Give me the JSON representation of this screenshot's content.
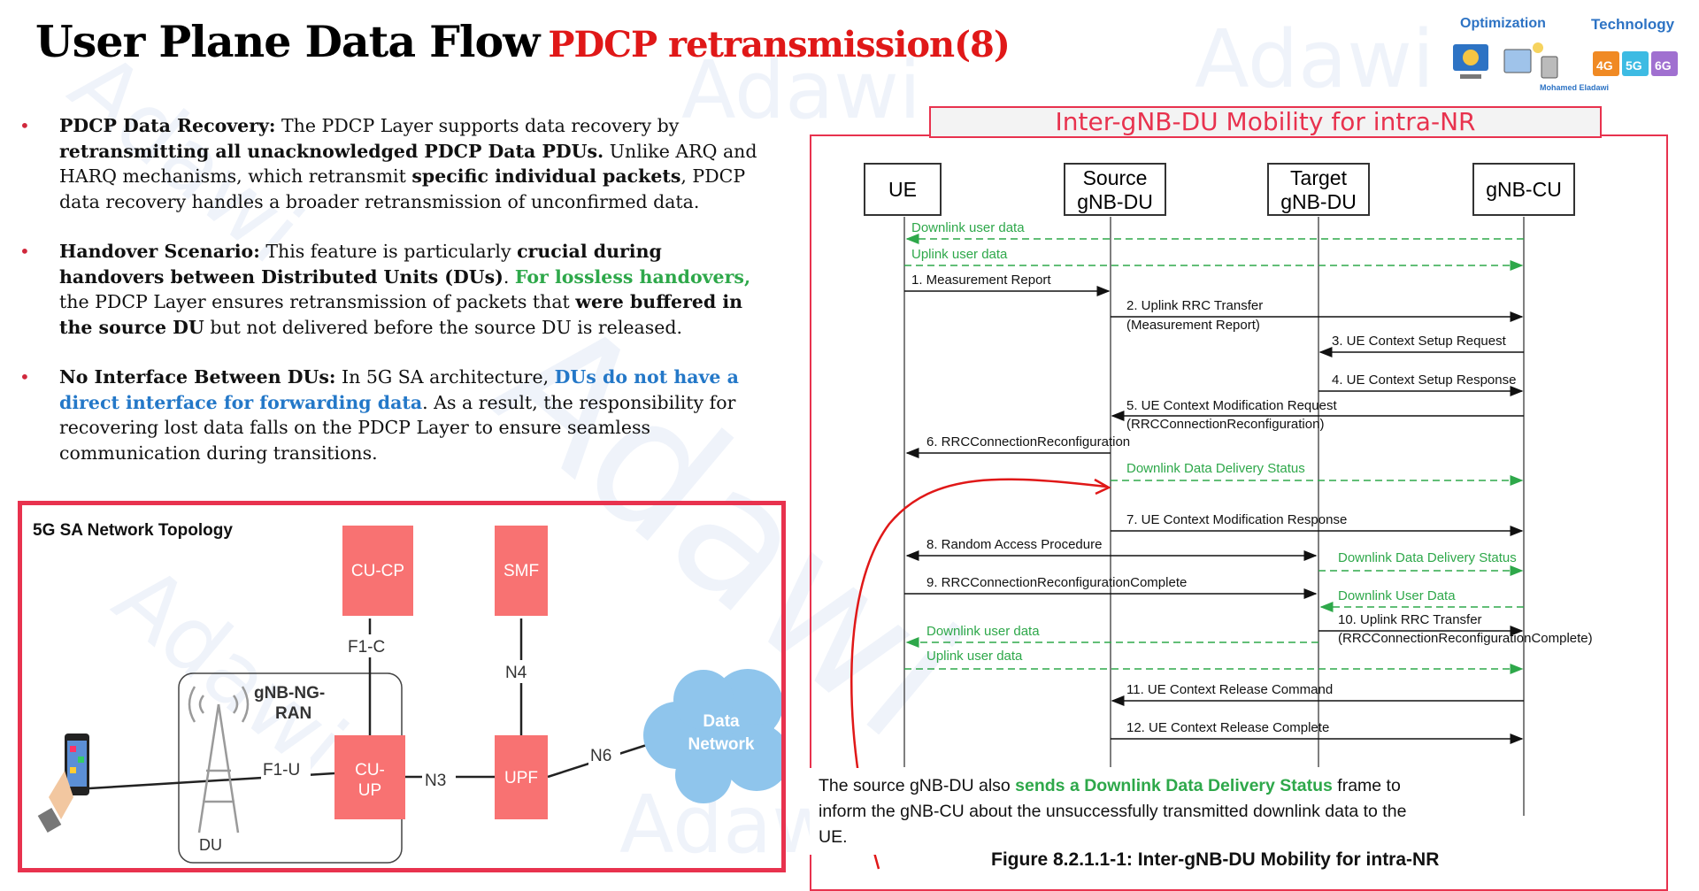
{
  "title": {
    "main": "User Plane Data Flow",
    "sub": "PDCP retransmission(8)"
  },
  "brand": {
    "optimization": "Optimization",
    "technology": "Technology",
    "author": "Mohamed Eladawi",
    "badges": [
      "4G",
      "5G",
      "6G"
    ]
  },
  "watermark": "Adawi",
  "bullets": [
    {
      "lead": "PDCP Data Recovery:",
      "t1": " The PDCP Layer supports data recovery by ",
      "b1": "retransmitting all unacknowledged PDCP Data PDUs.",
      "t2": " Unlike ARQ and HARQ mechanisms, which retransmit ",
      "b2": "specific individual packets",
      "t3": ", PDCP data recovery handles a broader retransmission of unconfirmed data."
    },
    {
      "lead": "Handover Scenario:",
      "t1": " This feature is particularly ",
      "b1": "crucial during handovers between Distributed Units (DUs)",
      "t2": ". ",
      "g": "For lossless handovers,",
      "t3": " the PDCP Layer ensures retransmission of packets that ",
      "b2": "were buffered in the source DU",
      "t4": " but not delivered before the source DU is released."
    },
    {
      "lead": "No Interface Between DUs:",
      "t1": " In 5G SA architecture, ",
      "blue": "DUs do not have a direct interface for forwarding data",
      "t2": ". As a result, the responsibility for recovering lost data falls on the PDCP Layer to ensure seamless communication during transitions."
    }
  ],
  "topology": {
    "title": "5G SA Network Topology",
    "nodes": {
      "cucp": "CU-CP",
      "smf": "SMF",
      "cuup": [
        "CU-",
        "UP"
      ],
      "upf": "UPF",
      "dn": [
        "Data",
        "Network"
      ],
      "ran": [
        "gNB-NG-",
        "RAN"
      ],
      "du": "DU"
    },
    "links": {
      "f1c": "F1-C",
      "n4": "N4",
      "f1u": "F1-U",
      "n3": "N3",
      "n6": "N6"
    }
  },
  "sequence": {
    "header": "Inter-gNB-DU Mobility for intra-NR",
    "entities": [
      [
        "UE"
      ],
      [
        "Source",
        "gNB-DU"
      ],
      [
        "Target",
        "gNB-DU"
      ],
      [
        "gNB-CU"
      ]
    ],
    "messages": [
      "Downlink user data",
      "Uplink user data",
      "1. Measurement Report",
      "2. Uplink RRC Transfer",
      "(Measurement Report)",
      "3. UE Context Setup Request",
      "4. UE Context Setup Response",
      "5. UE Context Modification Request",
      "(RRCConnectionReconfiguration)",
      "6. RRCConnectionReconfiguration",
      "Downlink Data Delivery Status",
      "7. UE Context Modification Response",
      "8. Random Access Procedure",
      "Downlink Data Delivery Status",
      "9. RRCConnectionReconfigurationComplete",
      "Downlink User Data",
      "10. Uplink RRC Transfer",
      "(RRCConnectionReconfigurationComplete)",
      "Downlink user data",
      "Uplink user data",
      "11. UE Context Release Command",
      "12. UE Context Release Complete"
    ],
    "caption": "Figure 8.2.1.1-1: Inter-gNB-DU Mobility for intra-NR"
  },
  "note": {
    "t1": "The source gNB-DU also ",
    "g": "sends a Downlink Data Delivery Status",
    "t2": " frame to inform the gNB-CU about the unsuccessfully transmitted downlink data to the UE."
  },
  "colors": {
    "accent": "#e01818",
    "node": "#f87272",
    "green": "#2ea84a",
    "blue": "#2478c8",
    "frame": "#e8324e"
  }
}
